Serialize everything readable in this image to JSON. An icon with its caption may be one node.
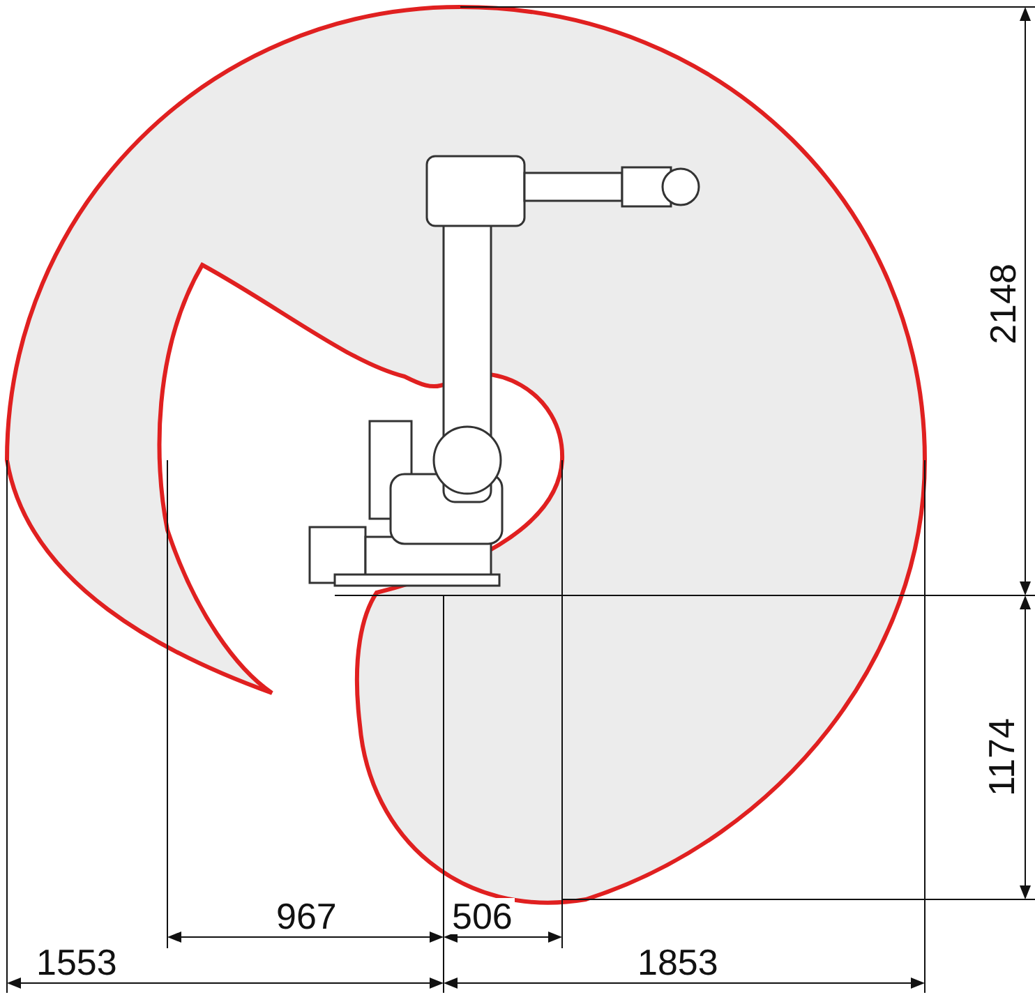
{
  "diagram": {
    "labels": [
      "2148",
      "1174",
      "967",
      "506",
      "1553",
      "1853"
    ]
  }
}
